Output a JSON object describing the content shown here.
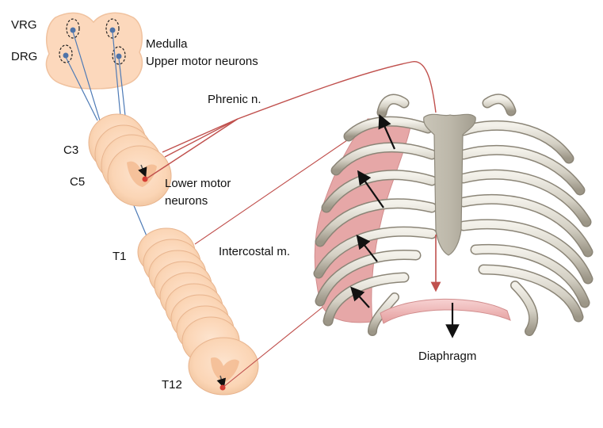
{
  "labels": {
    "vrg": "VRG",
    "drg": "DRG",
    "medulla": "Medulla",
    "upper_motor_neurons": "Upper motor neurons",
    "phrenic_nerve": "Phrenic n.",
    "c3": "C3",
    "c5": "C5",
    "lower_motor_neurons_line1": "Lower motor",
    "lower_motor_neurons_line2": "neurons",
    "t1": "T1",
    "intercostal_muscle": "Intercostal m.",
    "t12": "T12",
    "diaphragm": "Diaphragm"
  },
  "colors": {
    "nerve_tissue": "#fbd5b5",
    "nerve_edge": "#e8b48e",
    "grey_matter": "#f2b98f",
    "neuron_blue": "#4f73a8",
    "neuron_red": "#d43b32",
    "phrenic_nerve": "#c0504d",
    "intercostal_muscle": "#e6a7a7",
    "bone": "#d4d0c4",
    "bone_edge": "#8b8577",
    "diaphragm": "#efb8b8",
    "tract_line": "#4d7ab6"
  },
  "icons": {
    "medulla": "medulla-cross-section-icon",
    "spinal_segment": "spinal-cord-segment-icon",
    "ribcage": "ribcage-icon"
  }
}
